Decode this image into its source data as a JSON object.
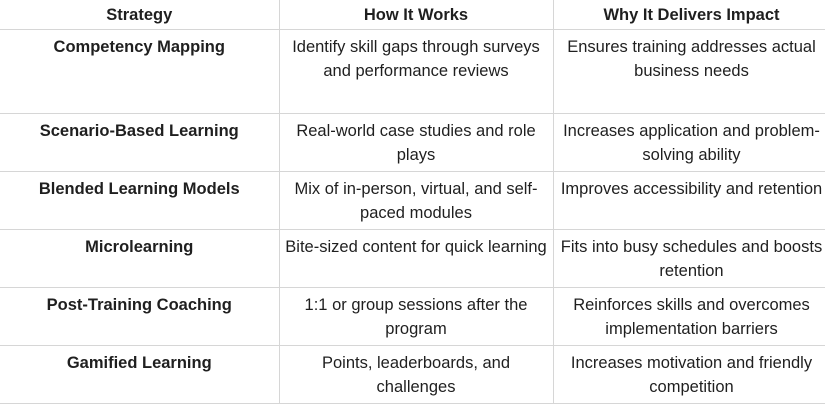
{
  "table": {
    "headers": [
      "Strategy",
      "How It Works",
      "Why It Delivers Impact"
    ],
    "rows": [
      {
        "strategy": "Competency Mapping",
        "how": "Identify skill gaps through surveys and performance reviews",
        "why": "Ensures training addresses actual business needs"
      },
      {
        "strategy": "Scenario-Based Learning",
        "how": "Real-world case studies and role plays",
        "why": "Increases application and problem-solving ability"
      },
      {
        "strategy": "Blended Learning Models",
        "how": "Mix of in-person, virtual, and self-paced modules",
        "why": "Improves accessibility and retention"
      },
      {
        "strategy": "Microlearning",
        "how": "Bite-sized content for quick learning",
        "why": "Fits into busy schedules and boosts retention"
      },
      {
        "strategy": "Post-Training Coaching",
        "how": "1:1 or group sessions after the program",
        "why": "Reinforces skills and overcomes implementation barriers"
      },
      {
        "strategy": "Gamified Learning",
        "how": "Points, leaderboards, and challenges",
        "why": "Increases motivation and friendly competition"
      }
    ]
  }
}
